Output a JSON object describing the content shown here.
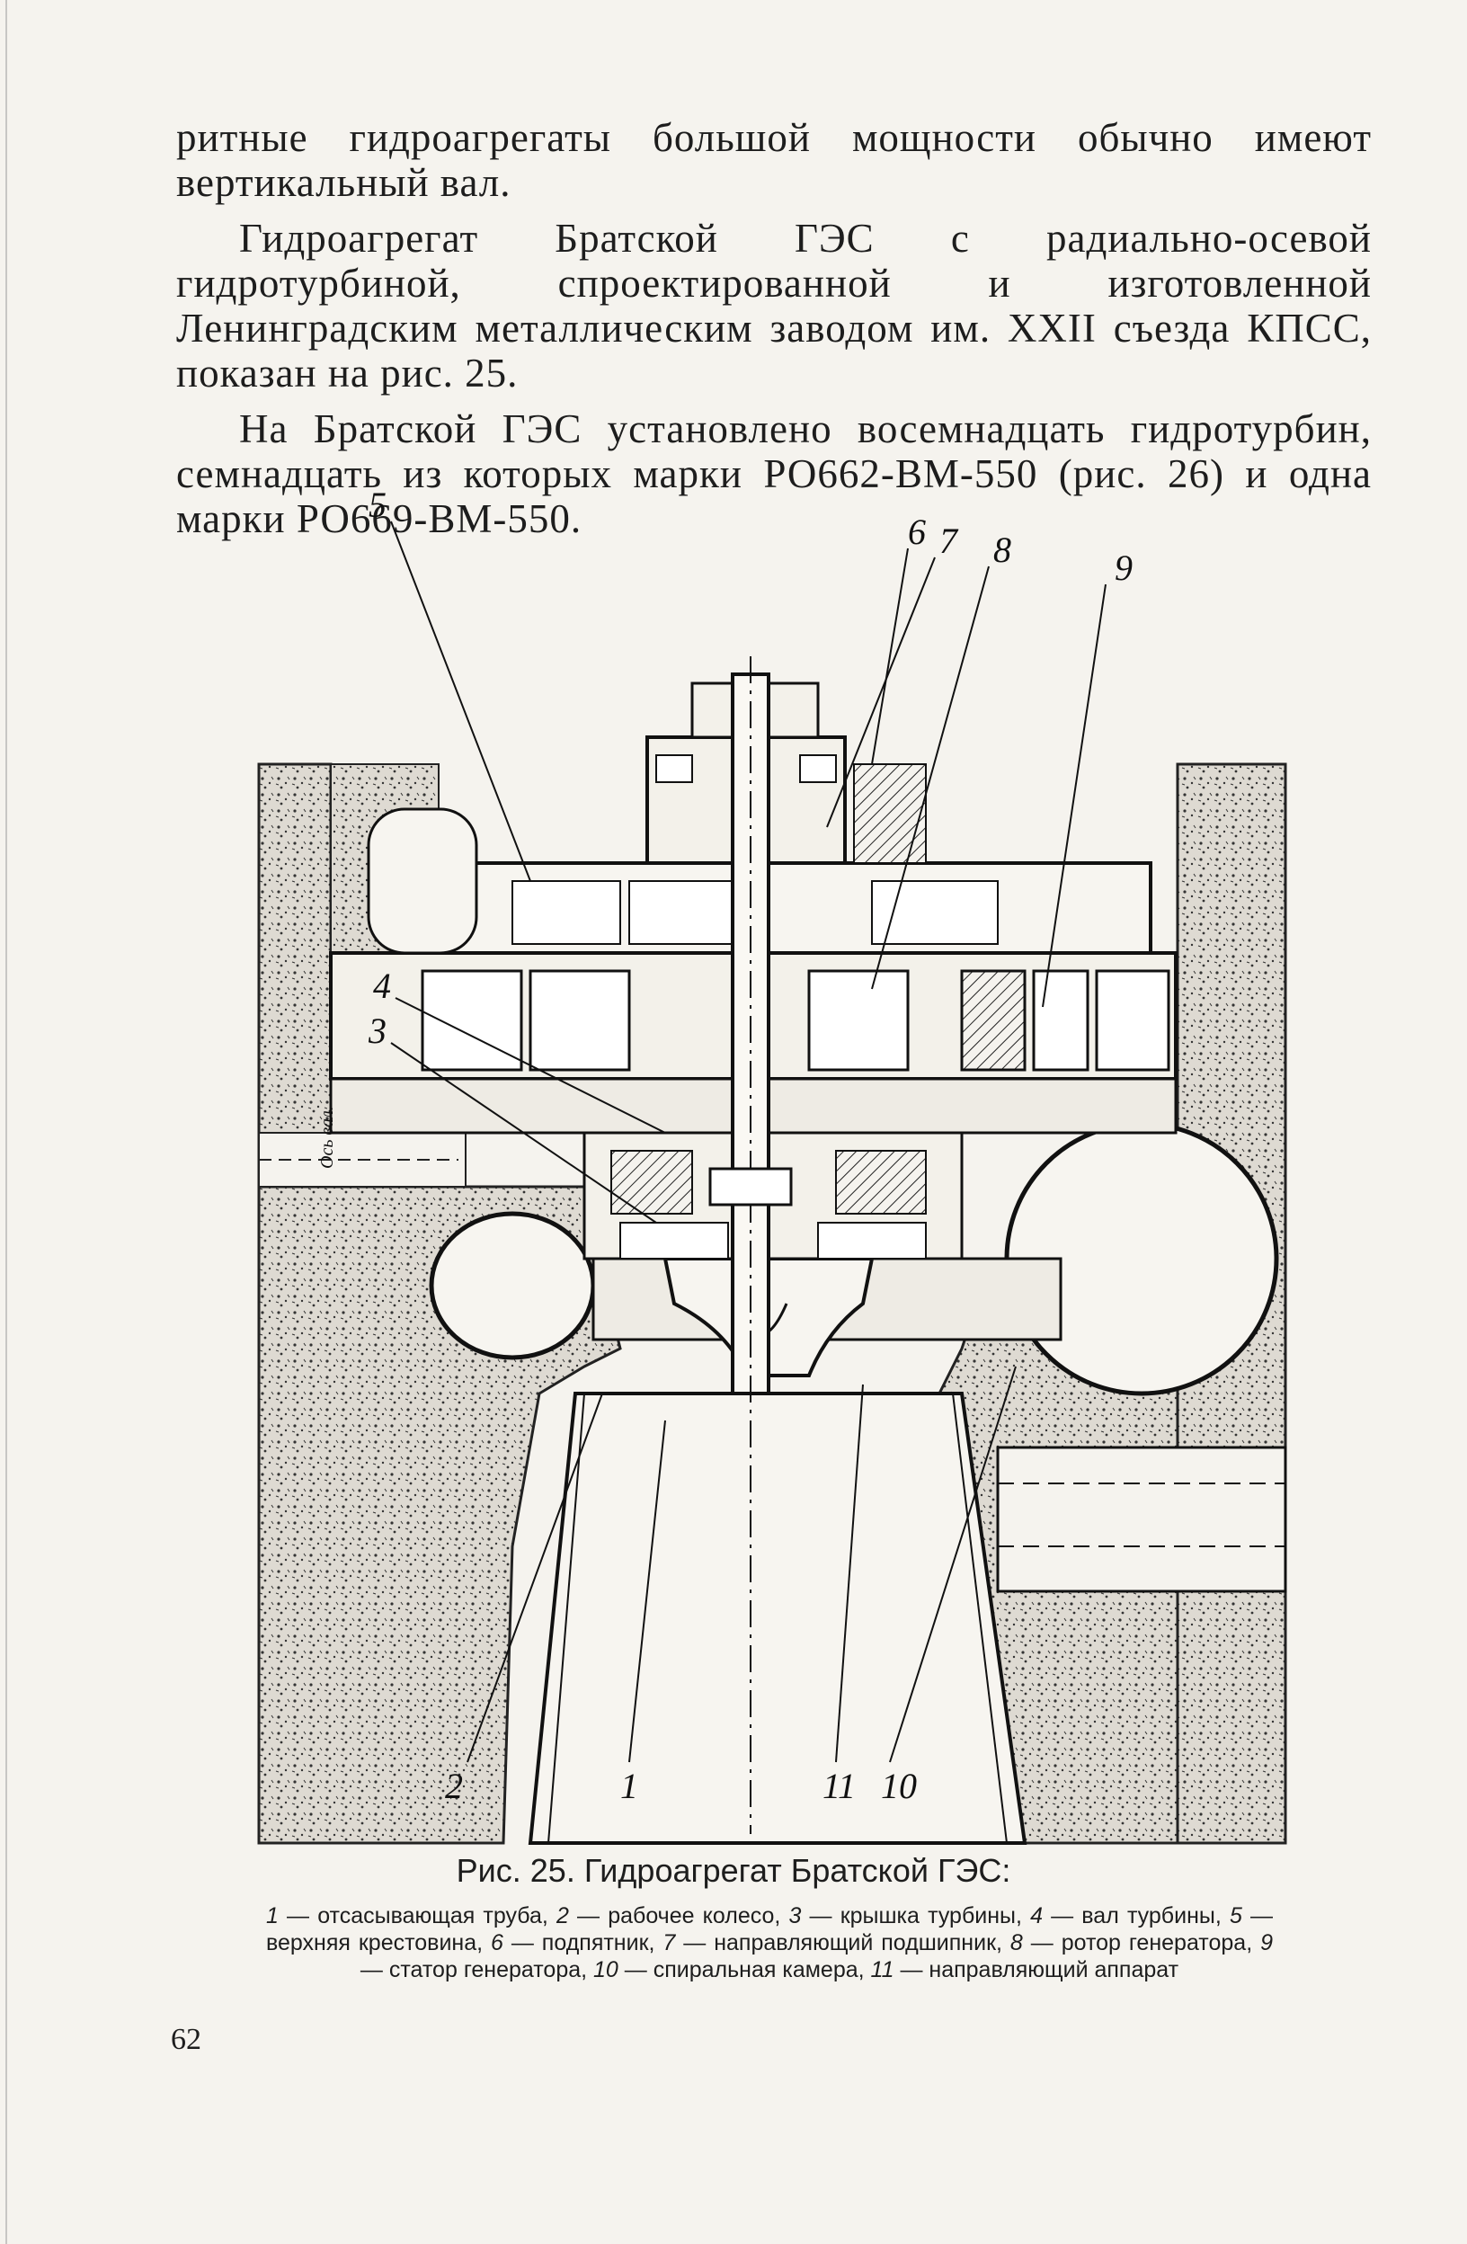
{
  "body_text": {
    "p1": "ритные гидроагрегаты большой мощности обычно имеют вертикальный вал.",
    "p2": "Гидроагрегат Братской ГЭС с радиально-осевой гидротурбиной, спроектированной и изготовленной Ленинградским металлическим заводом им. XXII съезда КПСС, показан на рис. 25.",
    "p3": "На Братской ГЭС установлено восемнадцать гидротурбин, семнадцать из которых марки РО662-ВМ-550 (рис. 26) и одна марки РО669-ВМ-550."
  },
  "figure": {
    "callouts": {
      "c1": "1",
      "c2": "2",
      "c3": "3",
      "c4": "4",
      "c5": "5",
      "c6": "6",
      "c7": "7",
      "c8": "8",
      "c9": "9",
      "c10": "10",
      "c11": "11"
    },
    "axis_label": "Ось вал.",
    "caption": "Рис. 25. Гидроагрегат Братской ГЭС:",
    "legend": [
      {
        "num": "1",
        "text": "отсасывающая труба"
      },
      {
        "num": "2",
        "text": "рабочее колесо"
      },
      {
        "num": "3",
        "text": "крышка турбины"
      },
      {
        "num": "4",
        "text": "вал турбины"
      },
      {
        "num": "5",
        "text": "верхняя крестовина"
      },
      {
        "num": "6",
        "text": "подпятник"
      },
      {
        "num": "7",
        "text": "направляющий подшипник"
      },
      {
        "num": "8",
        "text": "ротор генератора"
      },
      {
        "num": "9",
        "text": "статор генератора"
      },
      {
        "num": "10",
        "text": "спиральная камера"
      },
      {
        "num": "11",
        "text": "направляющий аппарат"
      }
    ]
  },
  "page_number": "62"
}
